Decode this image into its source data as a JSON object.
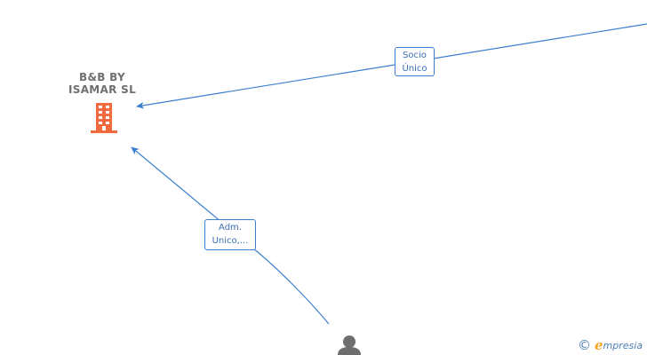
{
  "nodes": {
    "company": {
      "name_line1": "B&B BY",
      "name_line2": "ISAMAR  SL",
      "icon": "building-icon",
      "color": "#f26a3d"
    },
    "person": {
      "icon": "person-icon",
      "color": "#6e6e6e"
    }
  },
  "edges": {
    "socio": {
      "line1": "Socio",
      "line2": "Único"
    },
    "adm": {
      "line1": "Adm.",
      "line2": "Unico,..."
    },
    "color": "#3c7fd1"
  },
  "footer": {
    "copyright_symbol": "©",
    "brand_first": "e",
    "brand_rest": "mpresia"
  }
}
